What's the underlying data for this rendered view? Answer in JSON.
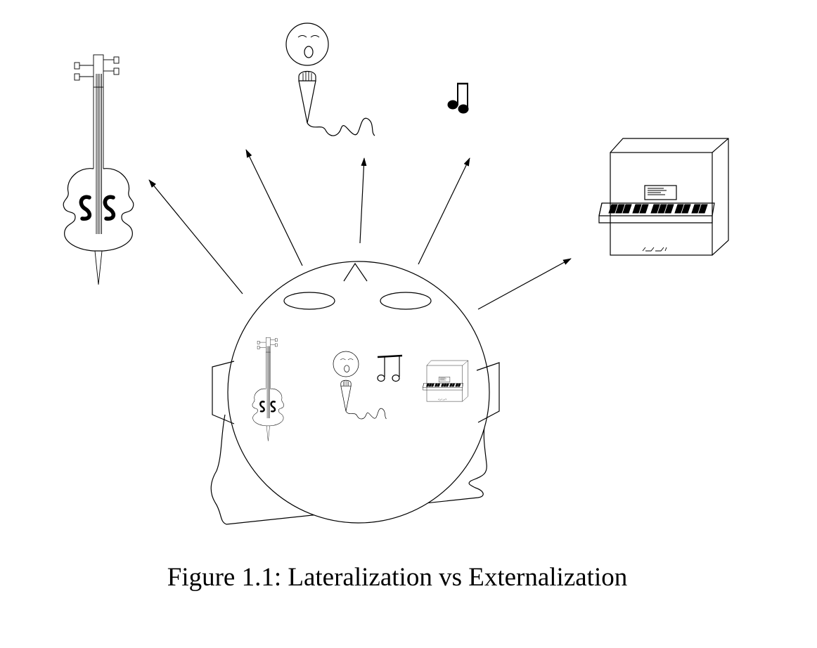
{
  "caption": "Figure 1.1: Lateralization vs Externalization",
  "sources": [
    "violin",
    "singer",
    "music-note",
    "piano"
  ]
}
